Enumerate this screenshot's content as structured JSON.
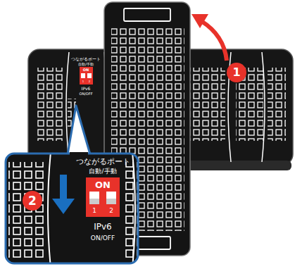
{
  "diagram": {
    "labels": [
      "1",
      "つながるポート",
      "自動/手動",
      "ON",
      "1",
      "2",
      "IPv6",
      "ON/OFF",
      "2",
      "つながるポート",
      "自動/手動",
      "ON",
      "1",
      "2",
      "IPv6",
      "ON/OFF"
    ]
  }
}
